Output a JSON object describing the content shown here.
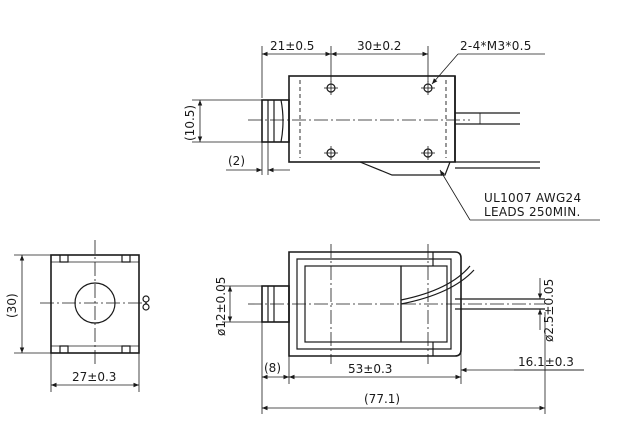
{
  "top_view": {
    "dim_21": "21±0.5",
    "dim_30": "30±0.2",
    "screw_note": "2-4*M3*0.5",
    "dim_10_5": "(10.5)",
    "dim_2": "(2)",
    "lead_note_line1": "UL1007 AWG24",
    "lead_note_line2": "LEADS 250MIN."
  },
  "end_view": {
    "dim_30": "(30)",
    "dim_27": "27±0.3"
  },
  "side_view": {
    "dim_12": "ø12±0.05",
    "dim_2_5": "ø2.5±0.05",
    "dim_8": "(8)",
    "dim_53": "53±0.3",
    "dim_16_1": "16.1±0.3",
    "dim_77_1": "(77.1)"
  }
}
